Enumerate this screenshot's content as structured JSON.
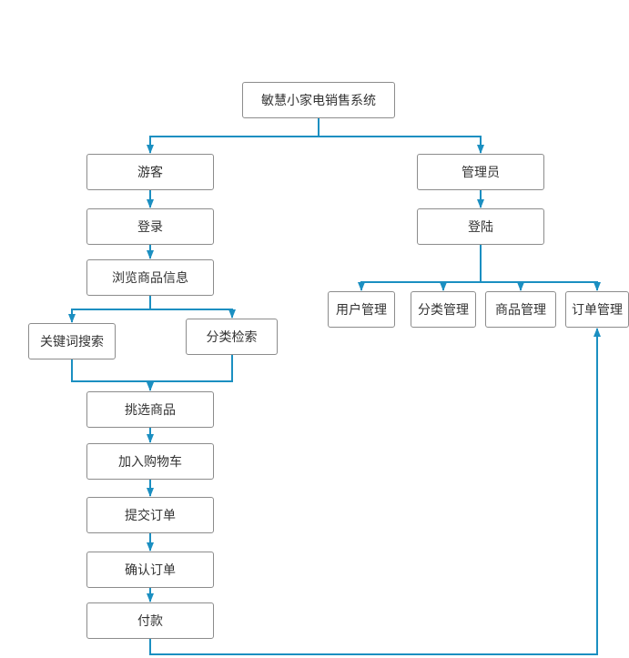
{
  "diagram": {
    "colors": {
      "connector": "#1b8fc1",
      "node_border": "#8c8c8c",
      "node_text": "#333333",
      "background": "#ffffff"
    },
    "nodes": {
      "title": "敏慧小家电销售系统",
      "guest": "游客",
      "login_guest": "登录",
      "browse": "浏览商品信息",
      "keyword_search": "关键词搜索",
      "category_search": "分类检索",
      "pick_goods": "挑选商品",
      "add_to_cart": "加入购物车",
      "submit_order": "提交订单",
      "confirm_order": "确认订单",
      "pay": "付款",
      "admin": "管理员",
      "login_admin": "登陆",
      "user_mgmt": "用户管理",
      "category_mgmt": "分类管理",
      "goods_mgmt": "商品管理",
      "order_mgmt": "订单管理"
    }
  }
}
